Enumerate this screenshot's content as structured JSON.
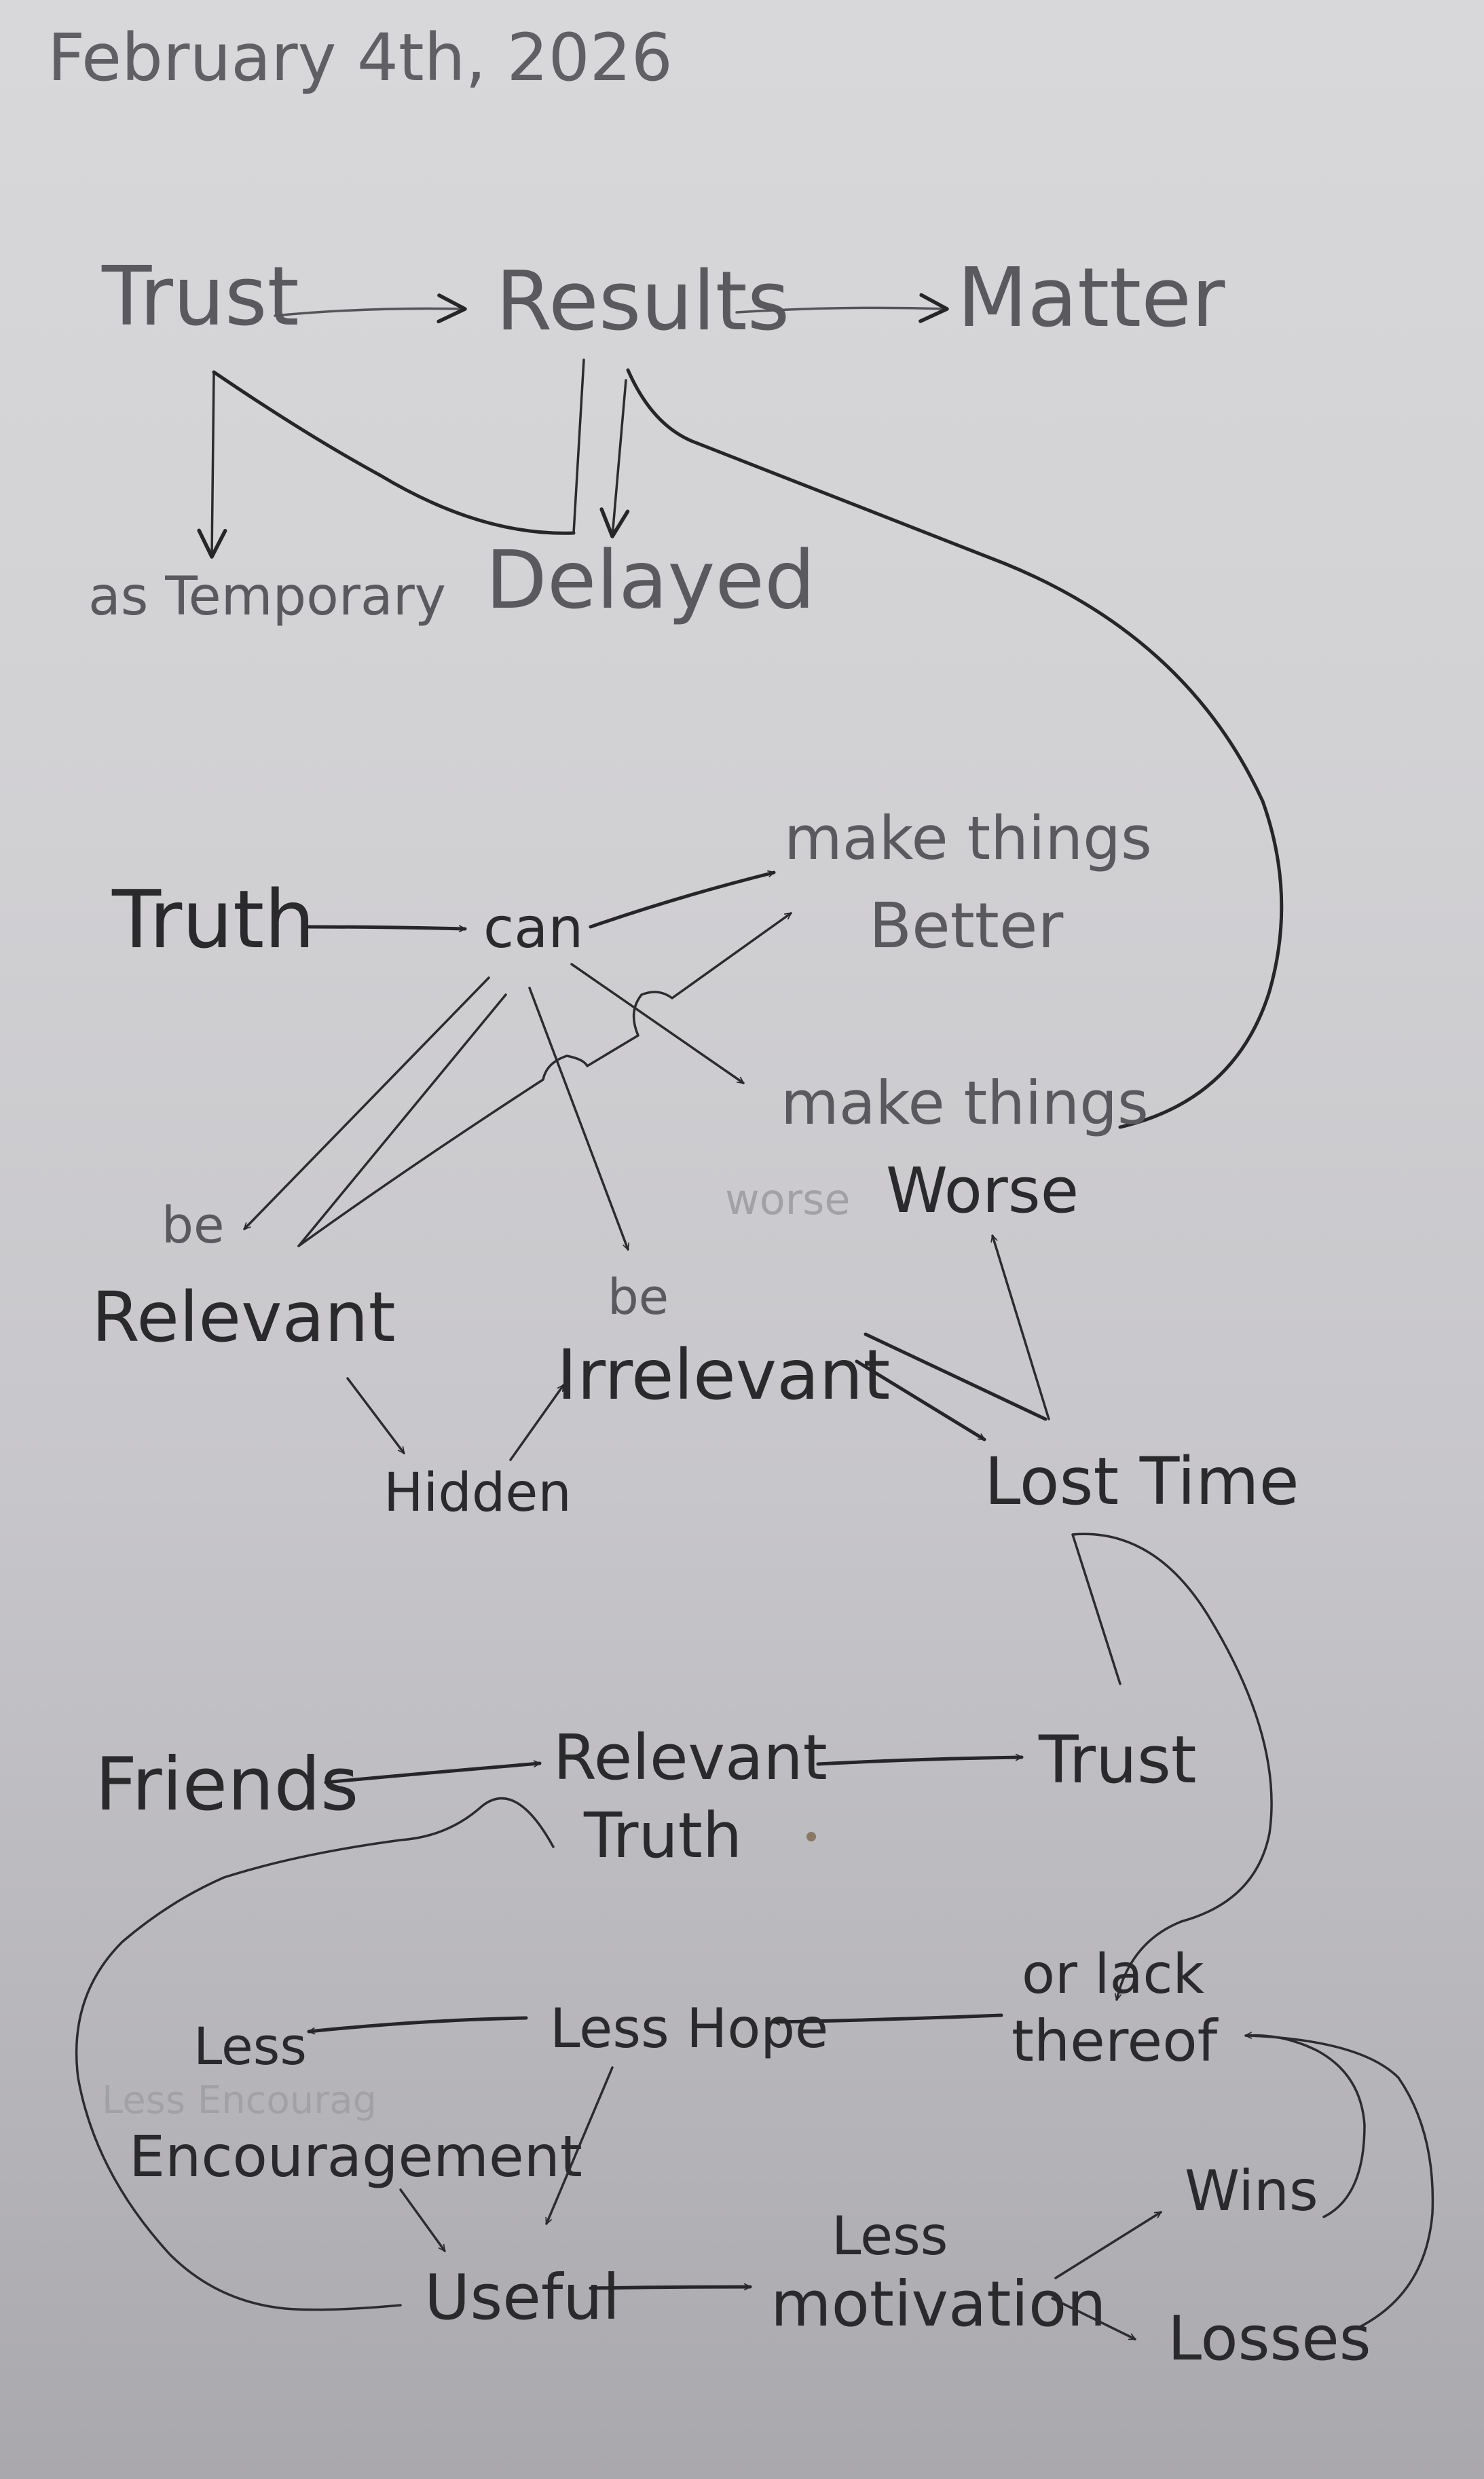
{
  "page": {
    "date": "February 4th, 2026",
    "ink_color": "#262628",
    "paper_color_top": "#d8d8da",
    "paper_color_bottom": "#a9a8ac"
  },
  "section_1": {
    "trust": "Trust",
    "results": "Results",
    "matter": "Matter",
    "as_temporary": "as Temporary",
    "delayed": "Delayed"
  },
  "section_2": {
    "truth": "Truth",
    "can": "can",
    "make_things_better_1": "make things",
    "make_things_better_2": "Better",
    "make_things_worse_1": "make things",
    "make_things_worse_2": "Worse",
    "erased_worse": "worse",
    "be_relevant_1": "be",
    "be_relevant_2": "Relevant",
    "be_irrelevant_1": "be",
    "be_irrelevant_2": "Irrelevant",
    "hidden": "Hidden",
    "lost_time": "Lost Time"
  },
  "section_3": {
    "friends": "Friends",
    "relevant_truth_1": "Relevant",
    "relevant_truth_2": "Truth",
    "trust": "Trust",
    "or_lack_thereof_1": "or lack",
    "or_lack_thereof_2": "thereof",
    "less_hope": "Less Hope",
    "less_encouragement_1": "Less",
    "less_encouragement_2": "Encouragement",
    "erased_less_encouragement": "Less Encourag",
    "useful": "Useful",
    "less_motivation_1": "Less",
    "less_motivation_2": "motivation",
    "wins": "Wins",
    "losses": "Losses"
  },
  "edges": [
    {
      "from": "Trust",
      "to": "Results"
    },
    {
      "from": "Results",
      "to": "Matter"
    },
    {
      "from": "Trust",
      "to": "as Temporary"
    },
    {
      "from": "Trust",
      "to": "Delayed"
    },
    {
      "from": "Results",
      "to": "Delayed"
    },
    {
      "from": "make things Worse",
      "to": "Delayed"
    },
    {
      "from": "Truth",
      "to": "can"
    },
    {
      "from": "can",
      "to": "make things Better"
    },
    {
      "from": "can",
      "to": "make things Worse"
    },
    {
      "from": "can",
      "to": "be Relevant"
    },
    {
      "from": "can",
      "to": "be Irrelevant"
    },
    {
      "from": "be Relevant",
      "to": "make things Better"
    },
    {
      "from": "be Relevant",
      "to": "Hidden"
    },
    {
      "from": "Hidden",
      "to": "be Irrelevant"
    },
    {
      "from": "be Irrelevant",
      "to": "Lost Time"
    },
    {
      "from": "be Irrelevant",
      "to": "make things Worse"
    },
    {
      "from": "Lost Time",
      "to": "or lack thereof"
    },
    {
      "from": "Friends",
      "to": "Relevant Truth"
    },
    {
      "from": "Relevant Truth",
      "to": "Trust"
    },
    {
      "from": "or lack thereof",
      "to": "Less Hope"
    },
    {
      "from": "Less Hope",
      "to": "Less Encouragement"
    },
    {
      "from": "Less Hope",
      "to": "Useful"
    },
    {
      "from": "Less Encouragement",
      "to": "Useful"
    },
    {
      "from": "Useful",
      "to": "Relevant Truth"
    },
    {
      "from": "Useful",
      "to": "Less motivation"
    },
    {
      "from": "Less motivation",
      "to": "Wins"
    },
    {
      "from": "Less motivation",
      "to": "Losses"
    },
    {
      "from": "Wins",
      "to": "or lack thereof"
    },
    {
      "from": "Losses",
      "to": "or lack thereof"
    }
  ]
}
